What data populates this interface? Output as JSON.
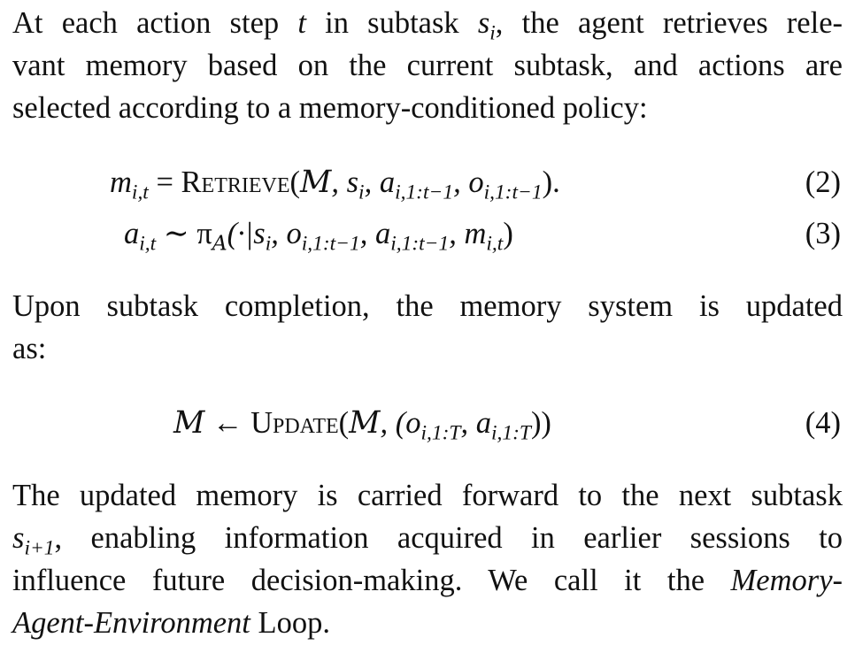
{
  "para1": {
    "l1_a": "At each action step ",
    "l1_t": "t",
    "l1_b": " in subtask ",
    "l1_s": "s",
    "l1_si": "i",
    "l1_c": ", the agent retrieves rele-",
    "l2": "vant memory based on the current subtask, and actions are",
    "l3": "selected according to a memory-conditioned policy:"
  },
  "eq2": {
    "lhs": "m",
    "lhs_sub": "i,t",
    "op": " = ",
    "func": "Retrieve",
    "args_open": "(",
    "cal_m": "M",
    "args_rest_a": ", s",
    "s_sub": "i",
    "args_rest_b": ", a",
    "a_sub": "i,1:t−1",
    "args_rest_c": ", o",
    "o_sub": "i,1:t−1",
    "args_close": ").",
    "number": "(2)"
  },
  "eq3": {
    "lhs": "a",
    "lhs_sub": "i,t",
    "op": " ∼ π",
    "pi_sub": "A",
    "open": "(·|s",
    "s_sub": "i",
    "p2": ", o",
    "o_sub": "i,1:t−1",
    "p3": ", a",
    "a_sub": "i,1:t−1",
    "p4": ", m",
    "m_sub": "i,t",
    "close": ")",
    "number": "(3)"
  },
  "para2": {
    "l1": "Upon subtask completion, the memory system is updated",
    "l2": "as:"
  },
  "eq4": {
    "cal_m": "M",
    "arrow": " ← ",
    "func": "Update",
    "open": "(",
    "cal_m2": "M",
    "p1": ", (o",
    "o_sub": "i,1:T",
    "p2": ", a",
    "a_sub": "i,1:T",
    "close": "))",
    "number": "(4)"
  },
  "para3": {
    "l1": "The updated memory is carried forward to the next subtask",
    "l2_s": "s",
    "l2_sub": "i+1",
    "l2_rest": ", enabling information acquired in earlier sessions to",
    "l3_a": "influence future decision-making. We call it the ",
    "l3_em": "Memory-",
    "l4_em": "Agent-Environment",
    "l4_rest": " Loop."
  }
}
